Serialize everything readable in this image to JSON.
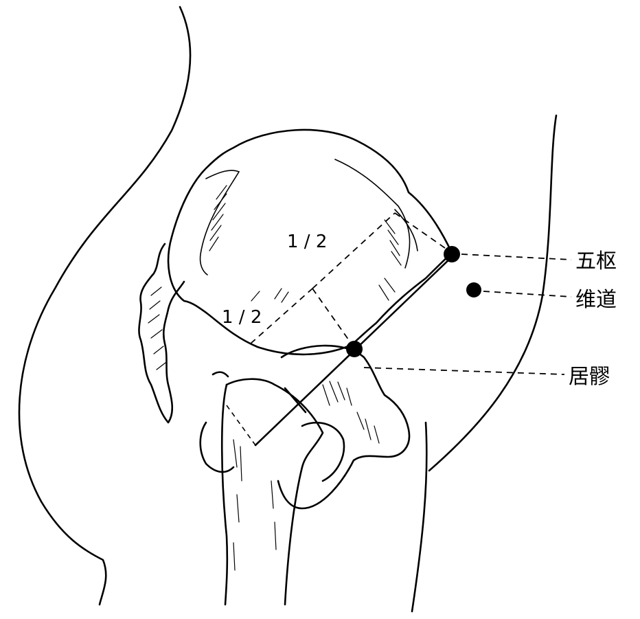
{
  "figure": {
    "labels": {
      "wushu": "五枢",
      "weidao": "维道",
      "juliao": "居髎"
    },
    "fractions": {
      "upper": "1 / 2",
      "lower": "1 / 2"
    }
  }
}
